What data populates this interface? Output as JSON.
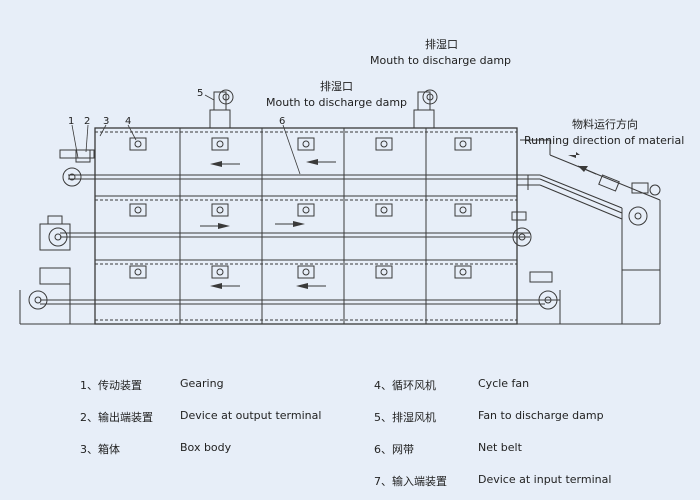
{
  "callouts": {
    "discharge_top_zh": "排湿口",
    "discharge_top_en": "Mouth to discharge damp",
    "discharge_mid_zh": "排湿口",
    "discharge_mid_en": "Mouth to discharge damp",
    "direction_zh": "物料运行方向",
    "direction_en": "Running direction of material",
    "n1": "1",
    "n2": "2",
    "n3": "3",
    "n4": "4",
    "n5": "5",
    "n6": "6"
  },
  "legend_left": [
    {
      "num": "1、",
      "zh": "传动装置",
      "en": "Gearing"
    },
    {
      "num": "2、",
      "zh": "输出端装置",
      "en": "Device at output terminal"
    },
    {
      "num": "3、",
      "zh": "箱体",
      "en": "Box body"
    }
  ],
  "legend_right": [
    {
      "num": "4、",
      "zh": "循环风机",
      "en": "Cycle fan"
    },
    {
      "num": "5、",
      "zh": "排湿风机",
      "en": "Fan to discharge damp"
    },
    {
      "num": "6、",
      "zh": "网带",
      "en": "Net belt"
    },
    {
      "num": "7、",
      "zh": "输入端装置",
      "en": "Device at input terminal"
    }
  ],
  "colors": {
    "background": "#e7eef8",
    "line": "#3a3a3a"
  }
}
